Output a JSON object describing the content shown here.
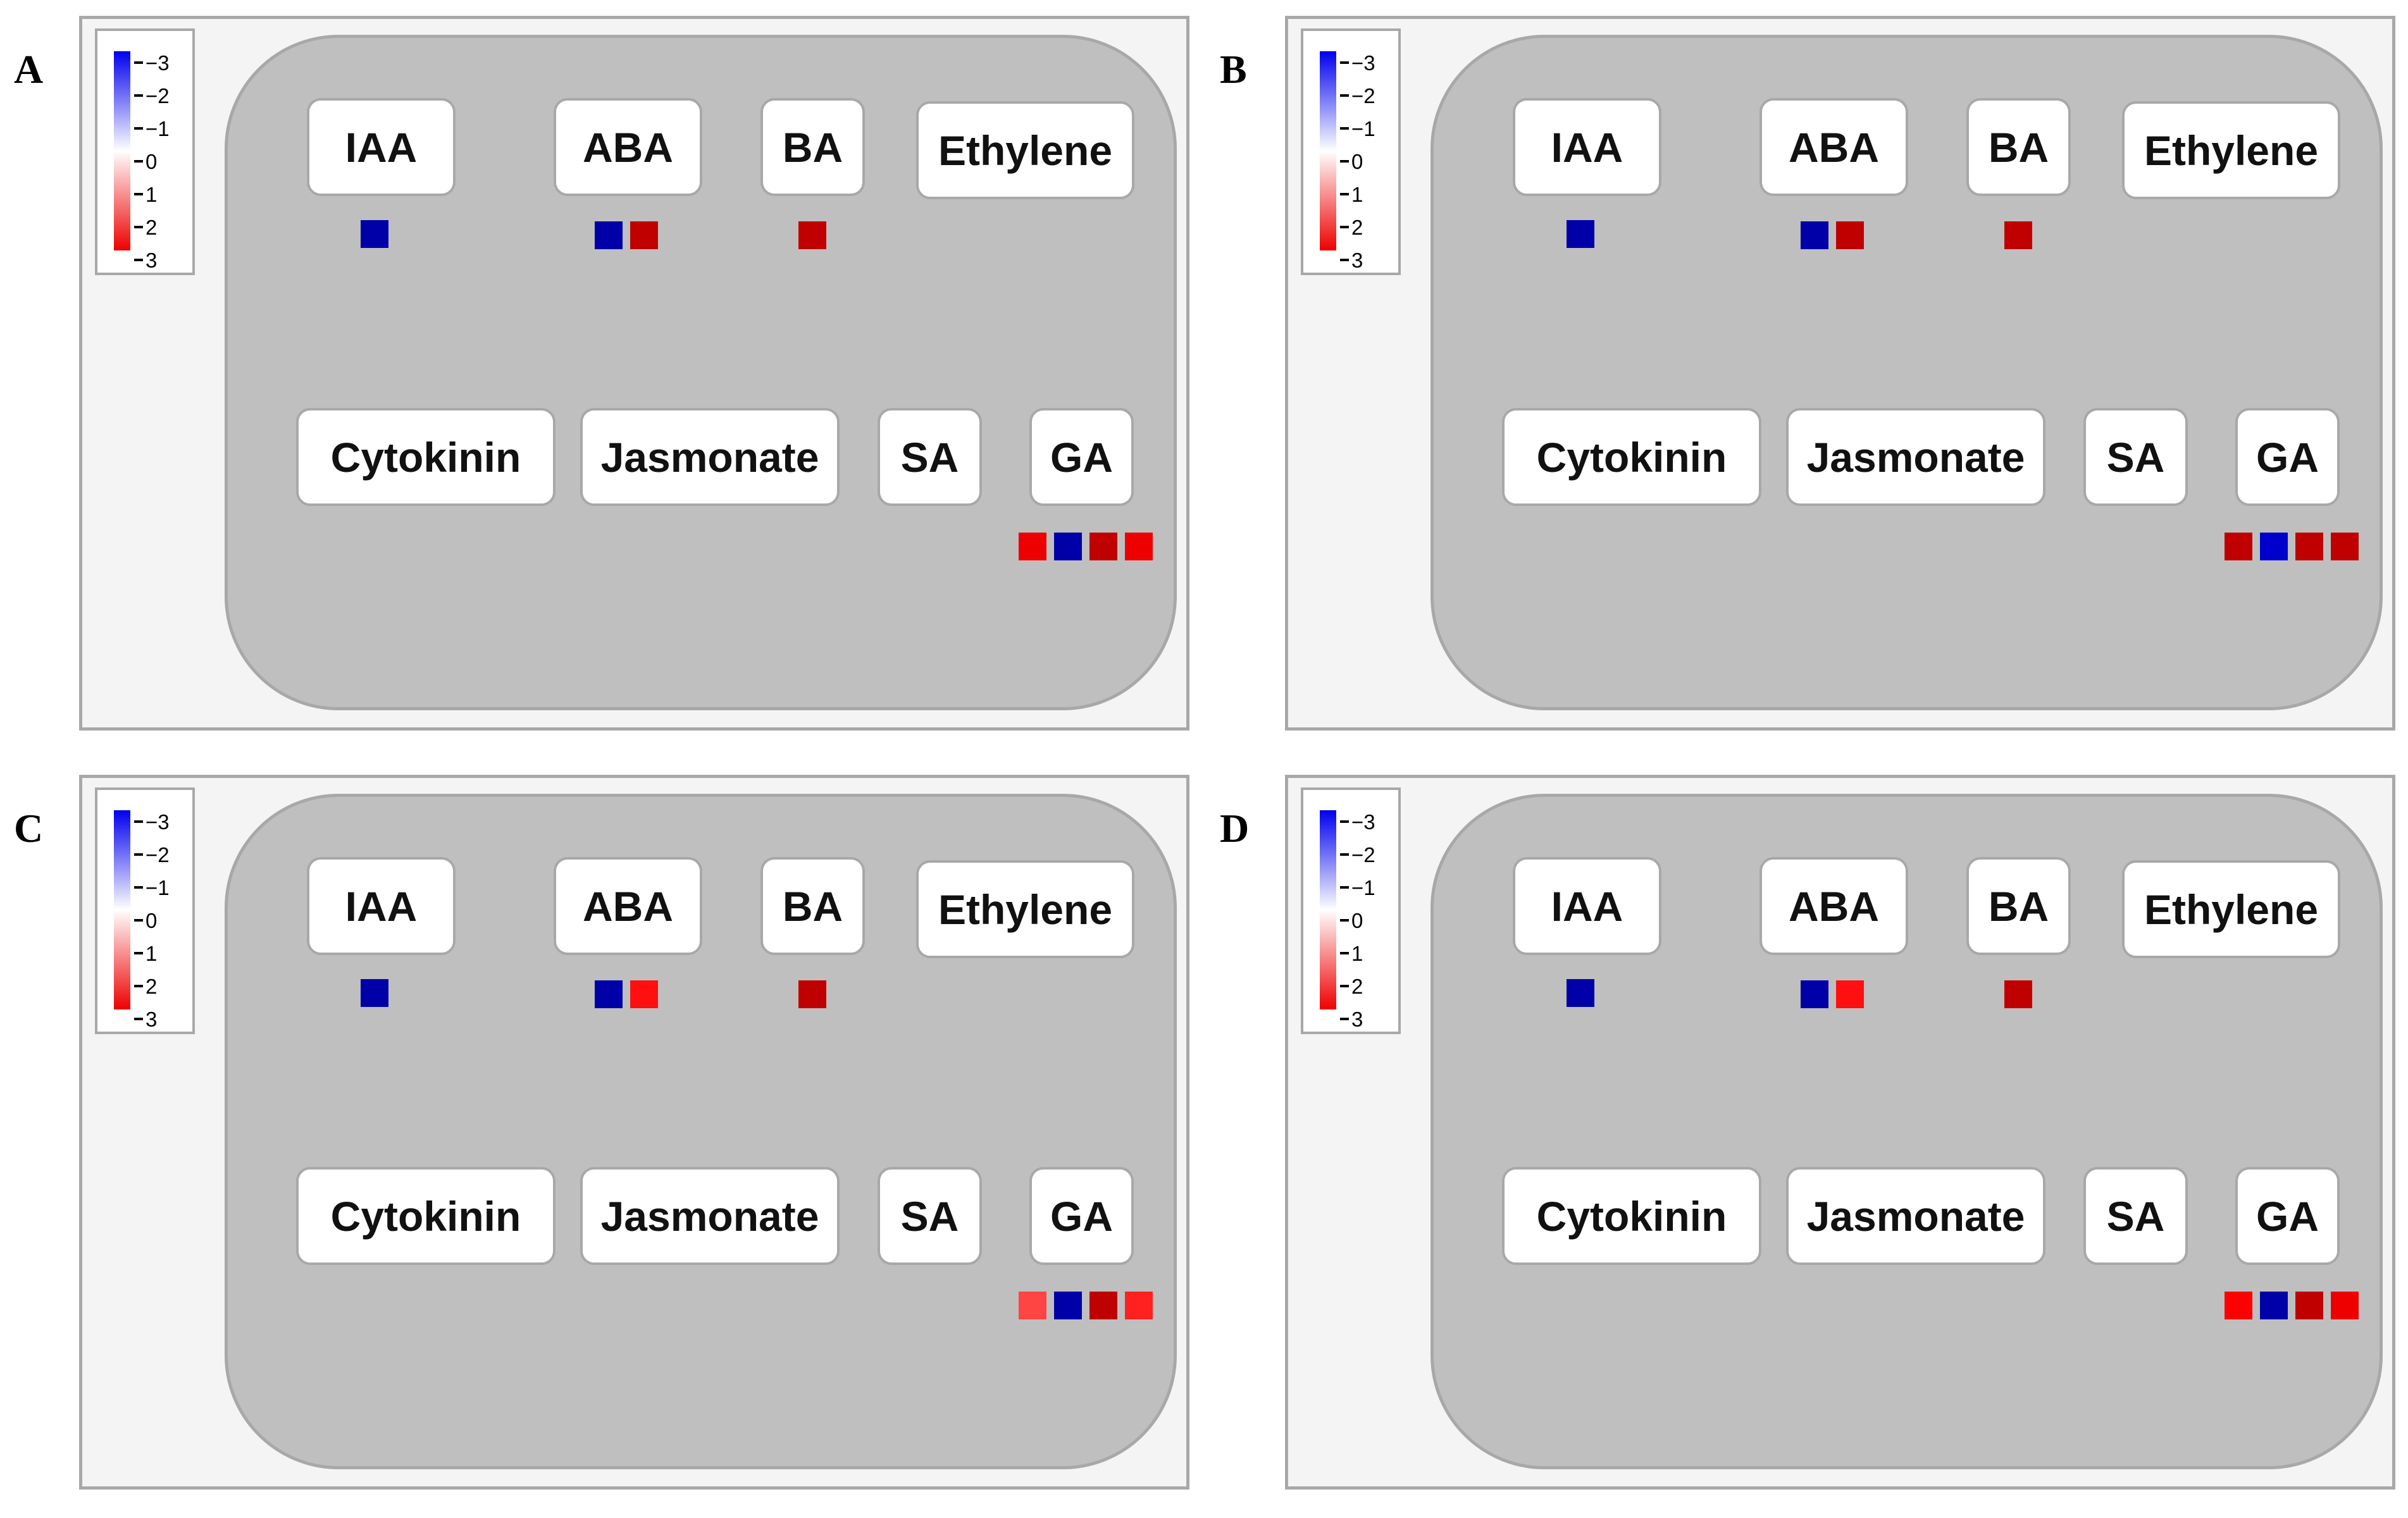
{
  "legend": {
    "labels": [
      "−3",
      "−2",
      "−1",
      "0",
      "1",
      "2",
      "3"
    ],
    "scale_min": -3,
    "scale_max": 3,
    "colors": {
      "negative": "#0000ee",
      "zero": "#ffffff",
      "positive": "#ee0000"
    }
  },
  "hormones": [
    "IAA",
    "ABA",
    "BA",
    "Ethylene",
    "Cytokinin",
    "Jasmonate",
    "SA",
    "GA"
  ],
  "panels": [
    {
      "id": "A",
      "letter": "A",
      "squares": {
        "IAA": [
          "#0000a8"
        ],
        "ABA": [
          "#0000a8",
          "#c00000"
        ],
        "BA": [
          "#c00000"
        ],
        "GA": [
          "#ee0000",
          "#0000a8",
          "#c00000",
          "#ee0000"
        ]
      }
    },
    {
      "id": "B",
      "letter": "B",
      "squares": {
        "IAA": [
          "#0000a8"
        ],
        "ABA": [
          "#0000a8",
          "#c00000"
        ],
        "BA": [
          "#c00000"
        ],
        "GA": [
          "#c00000",
          "#0000cc",
          "#c00000",
          "#c00000"
        ]
      }
    },
    {
      "id": "C",
      "letter": "C",
      "squares": {
        "IAA": [
          "#0000a8"
        ],
        "ABA": [
          "#0000a8",
          "#ff1010"
        ],
        "BA": [
          "#c00000"
        ],
        "GA": [
          "#ff4444",
          "#0000a8",
          "#c00000",
          "#ff2020"
        ]
      }
    },
    {
      "id": "D",
      "letter": "D",
      "squares": {
        "IAA": [
          "#0000a8"
        ],
        "ABA": [
          "#0000a8",
          "#ff1010"
        ],
        "BA": [
          "#c00000"
        ],
        "GA": [
          "#ff0000",
          "#0000a8",
          "#c00000",
          "#ee0000"
        ]
      }
    }
  ]
}
